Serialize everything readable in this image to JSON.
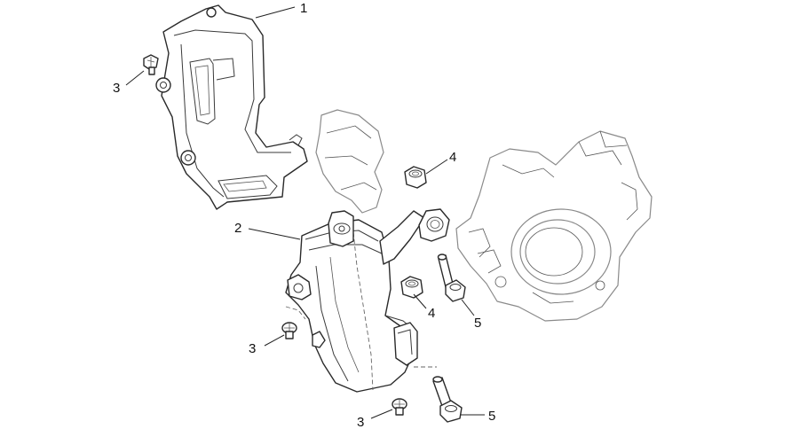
{
  "callouts": {
    "c1": "1",
    "c2": "2",
    "c3a": "3",
    "c3b": "3",
    "c3c": "3",
    "c4a": "4",
    "c4b": "4",
    "c5a": "5",
    "c5b": "5"
  },
  "colors": {
    "line": "#2a2a2a",
    "ghost_line": "#8a8a8a",
    "background": "#ffffff"
  }
}
